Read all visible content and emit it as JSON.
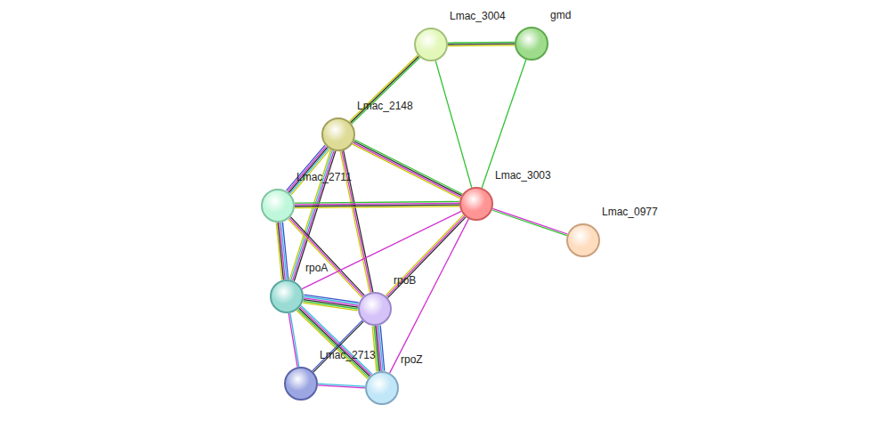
{
  "diagram": {
    "nodes": [
      {
        "text": [
          "Lmac_3004"
        ]
      },
      {
        "text": [
          "gmd"
        ]
      },
      {
        "text": [
          "Lmac_2148"
        ]
      },
      {
        "text": [
          "Lmac_2711"
        ]
      },
      {
        "text": [
          "Lmac_3003"
        ]
      },
      {
        "text": [
          "Lmac_0977"
        ]
      },
      {
        "text": [
          "rpoA"
        ]
      },
      {
        "text": [
          "rpoB"
        ]
      },
      {
        "text": [
          "Lmac_2713"
        ]
      },
      {
        "text": [
          "rpoZ"
        ]
      }
    ],
    "edges": [
      {
        "from": 0,
        "to": 1,
        "arrow": "none"
      },
      {
        "from": 0,
        "to": 2,
        "arrow": "none"
      },
      {
        "from": 0,
        "to": 4,
        "arrow": "none"
      },
      {
        "from": 1,
        "to": 4,
        "arrow": "none"
      },
      {
        "from": 2,
        "to": 4,
        "arrow": "none"
      },
      {
        "from": 2,
        "to": 3,
        "arrow": "none"
      },
      {
        "from": 2,
        "to": 6,
        "arrow": "none"
      },
      {
        "from": 2,
        "to": 7,
        "arrow": "none"
      },
      {
        "from": 3,
        "to": 4,
        "arrow": "none"
      },
      {
        "from": 3,
        "to": 6,
        "arrow": "none"
      },
      {
        "from": 3,
        "to": 7,
        "arrow": "none"
      },
      {
        "from": 4,
        "to": 6,
        "arrow": "none"
      },
      {
        "from": 4,
        "to": 7,
        "arrow": "none"
      },
      {
        "from": 4,
        "to": 5,
        "arrow": "none"
      },
      {
        "from": 4,
        "to": 9,
        "arrow": "none"
      },
      {
        "from": 6,
        "to": 7,
        "arrow": "none"
      },
      {
        "from": 6,
        "to": 8,
        "arrow": "none"
      },
      {
        "from": 6,
        "to": 9,
        "arrow": "none"
      },
      {
        "from": 7,
        "to": 8,
        "arrow": "none"
      },
      {
        "from": 7,
        "to": 9,
        "arrow": "none"
      },
      {
        "from": 8,
        "to": 9,
        "arrow": "none"
      }
    ]
  }
}
